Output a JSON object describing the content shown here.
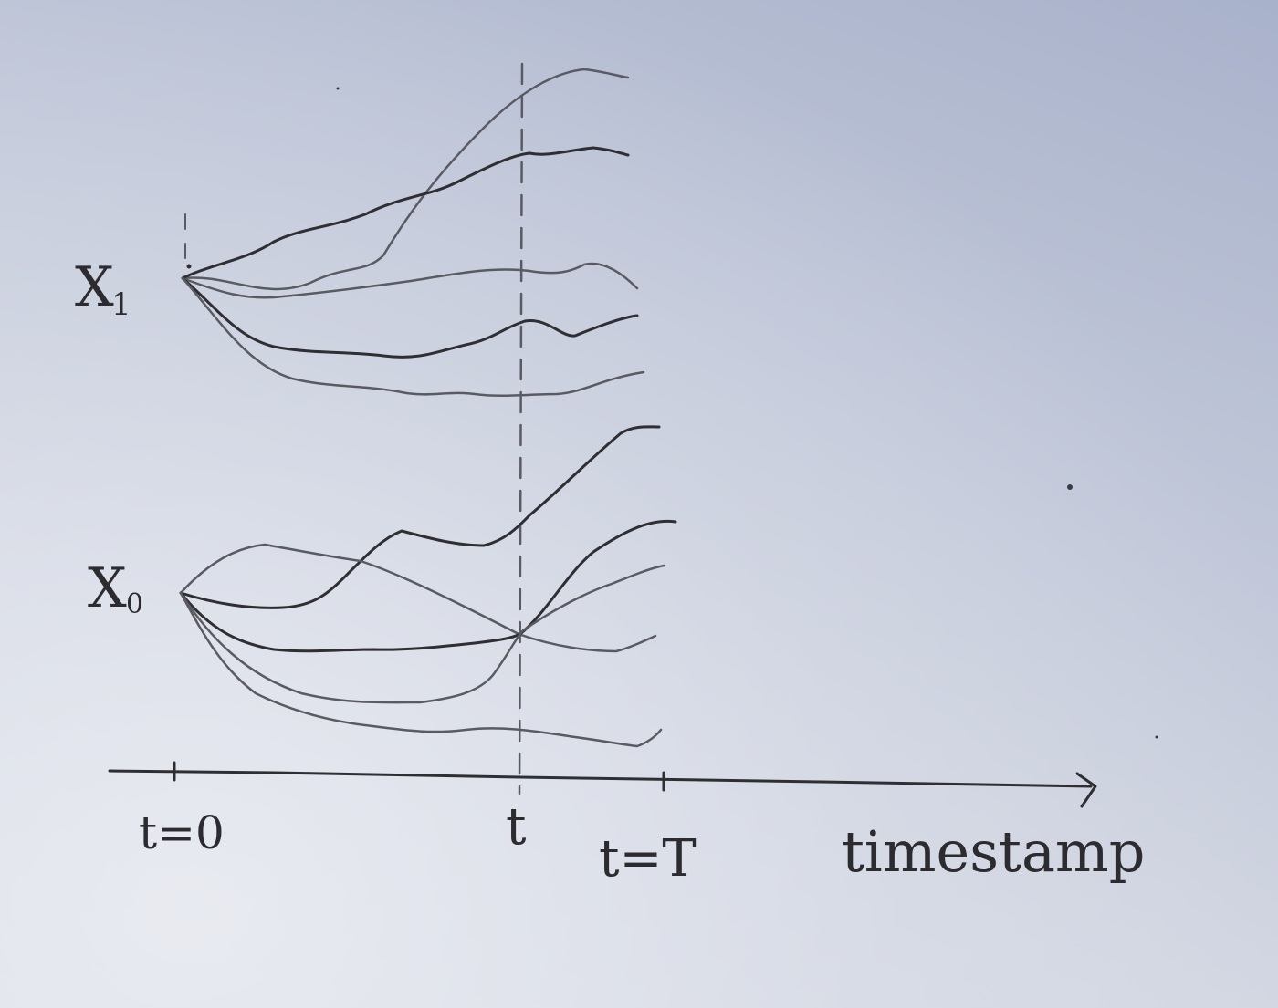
{
  "diagram": {
    "start_label_top": "X",
    "start_label_top_sub": "1",
    "start_label_bottom": "X",
    "start_label_bottom_sub": "0",
    "tick_start": "t=0",
    "tick_mid": "t",
    "tick_end": "t=T",
    "axis_label": "timestamp",
    "ink_color": "#2f2f33"
  }
}
